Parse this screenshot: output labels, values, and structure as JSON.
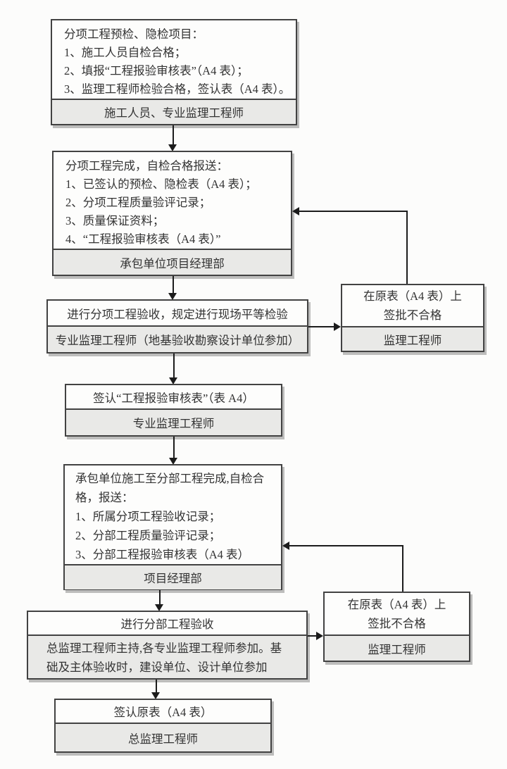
{
  "fc": {
    "box1": {
      "lines": [
        "分项工程预检、隐检项目：",
        "1、施工人员自检合格；",
        "2、填报“工程报验审核表”（A4 表）；",
        "3、监理工程师检验合格，签认表（A4 表）。"
      ],
      "footer": "施工人员、专业监理工程师"
    },
    "box2": {
      "lines": [
        "分项工程完成，自检合格报送：",
        "1、已签认的预检、隐检表（A4 表）；",
        "2、分项工程质量验评记录；",
        "3、质量保证资料；",
        "4、“工程报验审核表（A4 表）”"
      ],
      "footer": "承包单位项目经理部"
    },
    "box3": {
      "title": "进行分项工程验收，规定进行现场平等检验",
      "footer": "专业监理工程师（地基验收勘察设计单位参加）"
    },
    "reject1": {
      "lines": [
        "在原表（A4 表）上",
        "签批不合格"
      ],
      "footer": "监理工程师"
    },
    "box4": {
      "title": "签认“工程报验审核表”（表 A4）",
      "footer": "专业监理工程师"
    },
    "box5": {
      "lines": [
        "承包单位施工至分部工程完成,自检合格，报送：",
        "1、所属分项工程验收记录；",
        "2、分部工程质量验评记录；",
        "3、分部工程报验审核表（A4 表）"
      ],
      "footer": "项目经理部"
    },
    "box6": {
      "title": "进行分部工程验收",
      "footer": "总监理工程师主持,各专业监理工程师参加。基础及主体验收时，建设单位、设计单位参加"
    },
    "reject2": {
      "lines": [
        "在原表（A4 表）上",
        "签批不合格"
      ],
      "footer": "监理工程师"
    },
    "box7": {
      "title": "签认原表（A4 表）",
      "footer": "总监理工程师"
    },
    "colors": {
      "box_border": "#424242",
      "footer_bg": "#e9e9e7",
      "body_bg": "#fdfdfc",
      "connector": "#1c1c1c"
    }
  }
}
